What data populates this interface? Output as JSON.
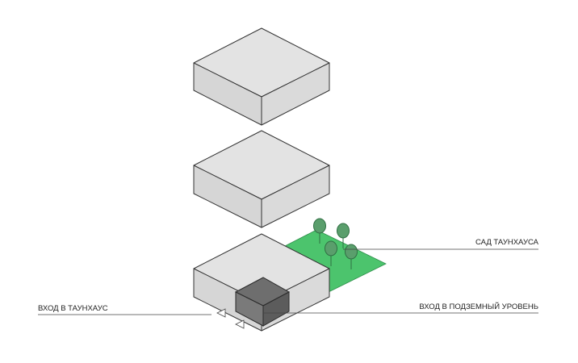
{
  "labels": {
    "garden": "САД ТАУНХАУСА",
    "townhouse_entrance": "ВХОД В ТАУНХАУС",
    "underground_entrance": "ВХОД В ПОДЗЕМНЫЙ УРОВЕНЬ"
  },
  "colors": {
    "floor_slab": "#e3e3e3",
    "garden": "#4cc46d",
    "trees": "#5a9e6c",
    "underground_entrance_block": "#6e6e6e"
  }
}
